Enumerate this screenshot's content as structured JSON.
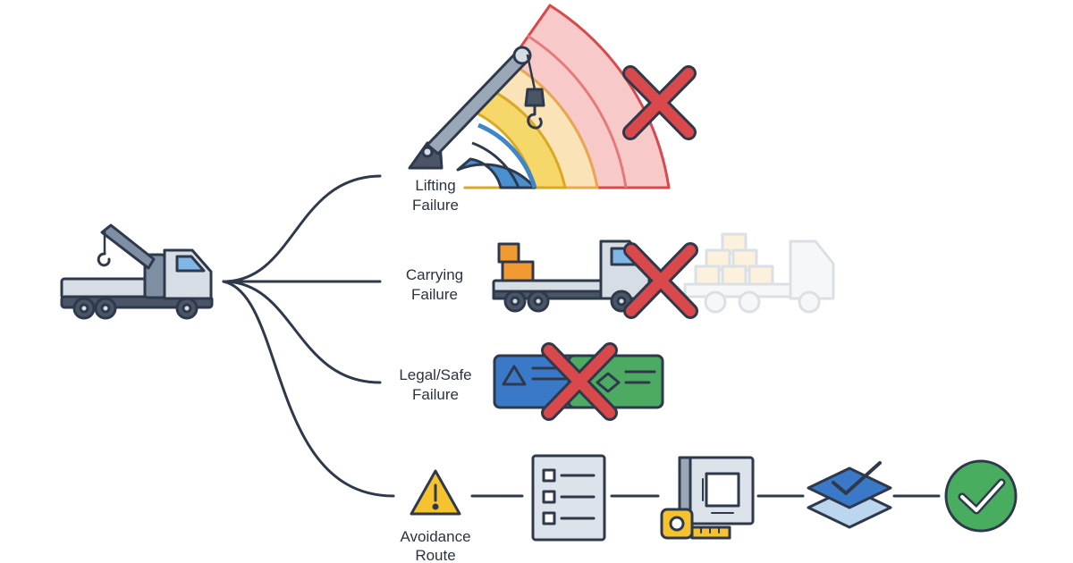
{
  "diagram": {
    "branches": [
      {
        "id": "lifting",
        "line1": "Lifting",
        "line2": "Failure"
      },
      {
        "id": "carrying",
        "line1": "Carrying",
        "line2": "Failure"
      },
      {
        "id": "legal",
        "line1": "Legal/Safe",
        "line2": "Failure"
      },
      {
        "id": "avoidance",
        "line1": "Avoidance",
        "line2": "Route"
      }
    ],
    "route_steps": [
      "warning-icon",
      "checklist-icon",
      "site-plan-measure-icon",
      "layers-check-icon",
      "success-check-icon"
    ],
    "icons": {
      "source": "crane-truck-icon",
      "lifting": "crane-load-chart-icon",
      "carrying": "overloaded-truck-icon",
      "legal": "permit-card-icon",
      "fail_mark": "red-x-icon"
    },
    "colors": {
      "line": "#2e3a4b",
      "truck_body": "#9aa7b6",
      "truck_dark": "#4a5566",
      "cab_window": "#7fb7e6",
      "zone_blue": "#3f86c9",
      "zone_yellow": "#f3cf55",
      "zone_orange": "#f7d9a0",
      "zone_red": "#f3b4b4",
      "zone_red_edge": "#d9484a",
      "x_red": "#d9484a",
      "box_orange": "#f29a32",
      "card_blue": "#3a78c8",
      "card_green": "#4daa62",
      "warn_yellow": "#f5c230",
      "check_green": "#49ad60",
      "paper": "#dde3ea"
    }
  }
}
